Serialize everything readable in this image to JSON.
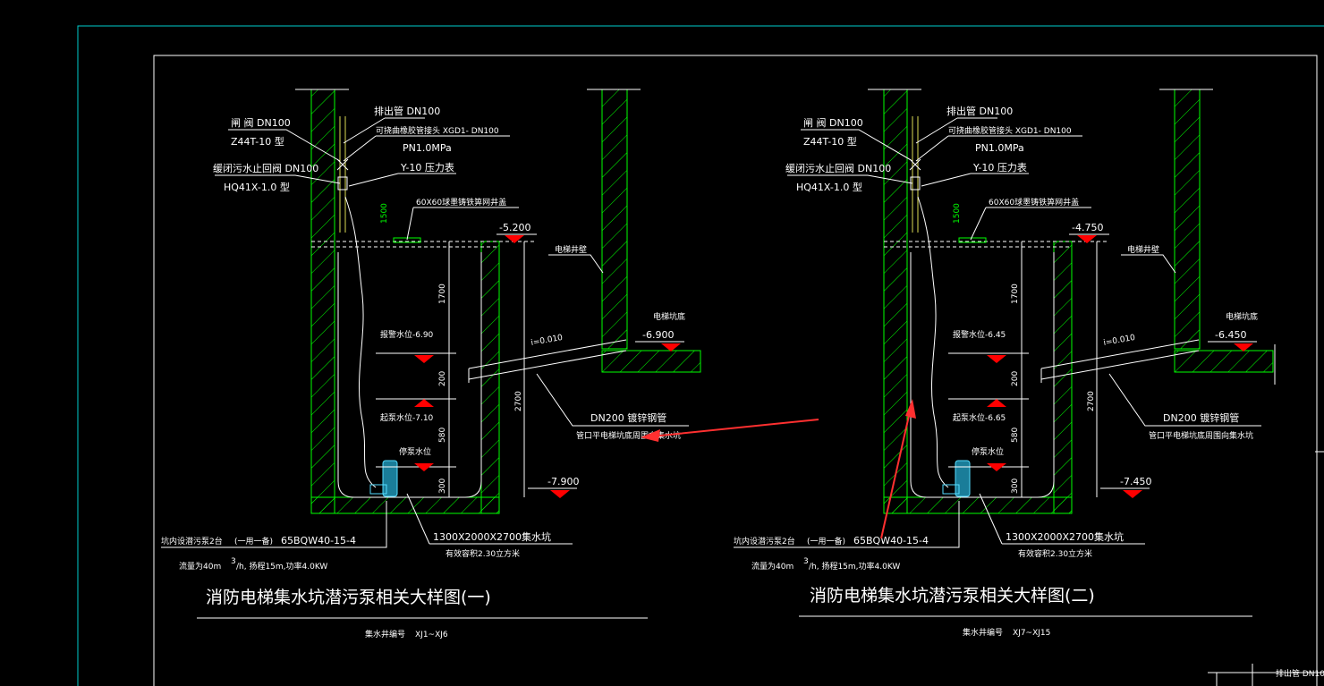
{
  "colors": {
    "frame": "#00cccc",
    "wall": "#00ff00",
    "line": "#ffffff",
    "marker": "#ff0000",
    "pump": "#22aacc",
    "arrow": "#ff3030"
  },
  "details": [
    {
      "gate_valve": "闸 阀 DN100",
      "gate_valve_model": "Z44T-10 型",
      "check_valve": "缓闭污水止回阀 DN100",
      "check_valve_model": "HQ41X-1.0 型",
      "outlet_pipe": "排出管 DN100",
      "rubber_joint": "可挠曲橡胶管接头 XGD1- DN100",
      "pressure": "PN1.0MPa",
      "gauge": "Y-10 压力表",
      "cover": "60X60球墨铸铁箅网井盖",
      "dim_1500": "1500",
      "top_elev": "-5.200",
      "shaft_wall": "电梯井壁",
      "pit_bottom_label": "电梯坑底",
      "pit_bottom_elev": "-6.900",
      "slope": "i=0.010",
      "alarm_level": "报警水位-6.90",
      "start_level": "起泵水位-7.10",
      "stop_level": "停泵水位",
      "dim_1700": "1700",
      "dim_200": "200",
      "dim_580": "580",
      "dim_300": "300",
      "dim_2700": "2700",
      "bottom_elev": "-7.900",
      "pipe_label": "DN200 镀锌钢管",
      "pipe_note": "管口平电梯坑底周围向集水坑",
      "pump_qty": "坑内设潜污泵2台",
      "pump_mode": "(一用一备)",
      "pump_model": "65BQW40-15-4",
      "flow": "流量为40m",
      "flow_sup": "3",
      "flow_rest": "/h, 扬程15m,功率4.0KW",
      "pit_size": "1300X2000X2700集水坑",
      "volume": "有效容积2.30立方米",
      "title": "消防电梯集水坑潜污泵相关大样图(一)",
      "well_no_label": "集水井编号",
      "well_no": "XJ1~XJ6"
    },
    {
      "gate_valve": "闸 阀 DN100",
      "gate_valve_model": "Z44T-10 型",
      "check_valve": "缓闭污水止回阀 DN100",
      "check_valve_model": "HQ41X-1.0 型",
      "outlet_pipe": "排出管 DN100",
      "rubber_joint": "可挠曲橡胶管接头 XGD1- DN100",
      "pressure": "PN1.0MPa",
      "gauge": "Y-10 压力表",
      "cover": "60X60球墨铸铁箅网井盖",
      "dim_1500": "1500",
      "top_elev": "-4.750",
      "shaft_wall": "电梯井壁",
      "pit_bottom_label": "电梯坑底",
      "pit_bottom_elev": "-6.450",
      "slope": "i=0.010",
      "alarm_level": "报警水位-6.45",
      "start_level": "起泵水位-6.65",
      "stop_level": "停泵水位",
      "dim_1700": "1700",
      "dim_200": "200",
      "dim_580": "580",
      "dim_300": "300",
      "dim_2700": "2700",
      "bottom_elev": "-7.450",
      "pipe_label": "DN200 镀锌钢管",
      "pipe_note": "管口平电梯坑底周围向集水坑",
      "pump_qty": "坑内设潜污泵2台",
      "pump_mode": "(一用一备)",
      "pump_model": "65BQW40-15-4",
      "flow": "流量为40m",
      "flow_sup": "3",
      "flow_rest": "/h, 扬程15m,功率4.0KW",
      "pit_size": "1300X2000X2700集水坑",
      "volume": "有效容积2.30立方米",
      "title": "消防电梯集水坑潜污泵相关大样图(二)",
      "well_no_label": "集水井编号",
      "well_no": "XJ7~XJ15"
    }
  ],
  "corner_label": "排出管 DN10"
}
